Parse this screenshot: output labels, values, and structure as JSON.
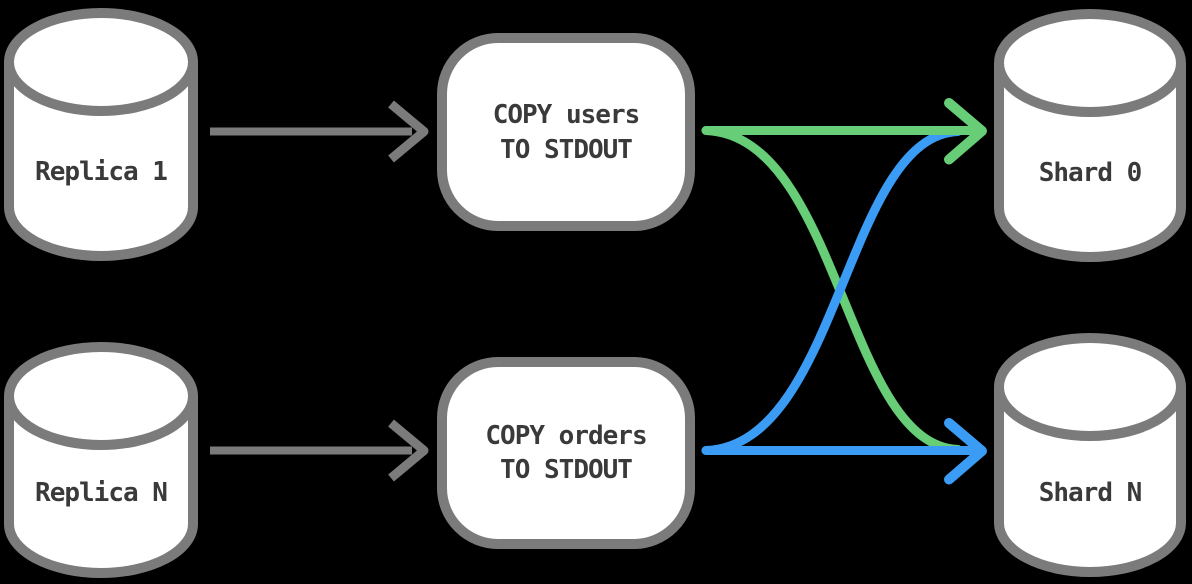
{
  "colors": {
    "background": "#000000",
    "node_fill": "#ffffff",
    "node_stroke": "#7b7b7b",
    "gray_arrow": "#7b7b7b",
    "users_flow": "#68cd77",
    "orders_flow": "#3b9cf6",
    "label_text": "#3a3a3a"
  },
  "nodes": {
    "replica_1": {
      "type": "database",
      "label": "Replica 1"
    },
    "replica_n": {
      "type": "database",
      "label": "Replica N"
    },
    "copy_users": {
      "type": "process",
      "line1": "COPY users",
      "line2": "TO STDOUT"
    },
    "copy_orders": {
      "type": "process",
      "line1": "COPY orders",
      "line2": "TO STDOUT"
    },
    "shard_0": {
      "type": "database",
      "label": "Shard 0"
    },
    "shard_n": {
      "type": "database",
      "label": "Shard N"
    }
  },
  "edges": [
    {
      "from": "Replica 1",
      "to": "COPY users TO STDOUT",
      "color_key": "gray_arrow"
    },
    {
      "from": "Replica N",
      "to": "COPY orders TO STDOUT",
      "color_key": "gray_arrow"
    },
    {
      "from": "COPY users TO STDOUT",
      "to": "Shard 0",
      "color_key": "users_flow",
      "shape": "straight"
    },
    {
      "from": "COPY users TO STDOUT",
      "to": "Shard N",
      "color_key": "users_flow",
      "shape": "cross-down"
    },
    {
      "from": "COPY orders TO STDOUT",
      "to": "Shard N",
      "color_key": "orders_flow",
      "shape": "straight"
    },
    {
      "from": "COPY orders TO STDOUT",
      "to": "Shard 0",
      "color_key": "orders_flow",
      "shape": "cross-up"
    }
  ]
}
